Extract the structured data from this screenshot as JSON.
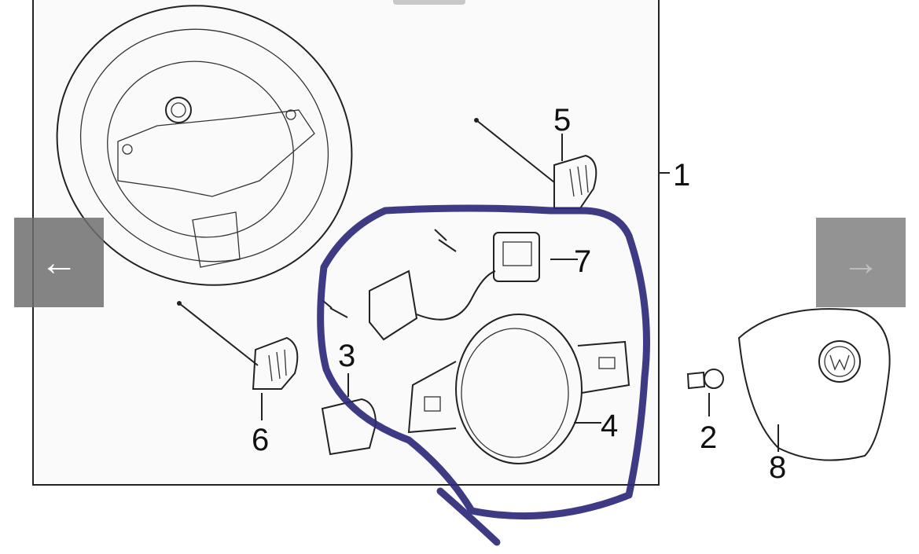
{
  "viewer": {
    "prev_icon": "arrow-left-icon",
    "next_icon": "arrow-right-icon",
    "prev_glyph": "←",
    "next_glyph": "→"
  },
  "diagram": {
    "callouts": [
      "1",
      "2",
      "3",
      "4",
      "5",
      "6",
      "7",
      "8"
    ],
    "highlight_color": "#2e2a7a"
  }
}
